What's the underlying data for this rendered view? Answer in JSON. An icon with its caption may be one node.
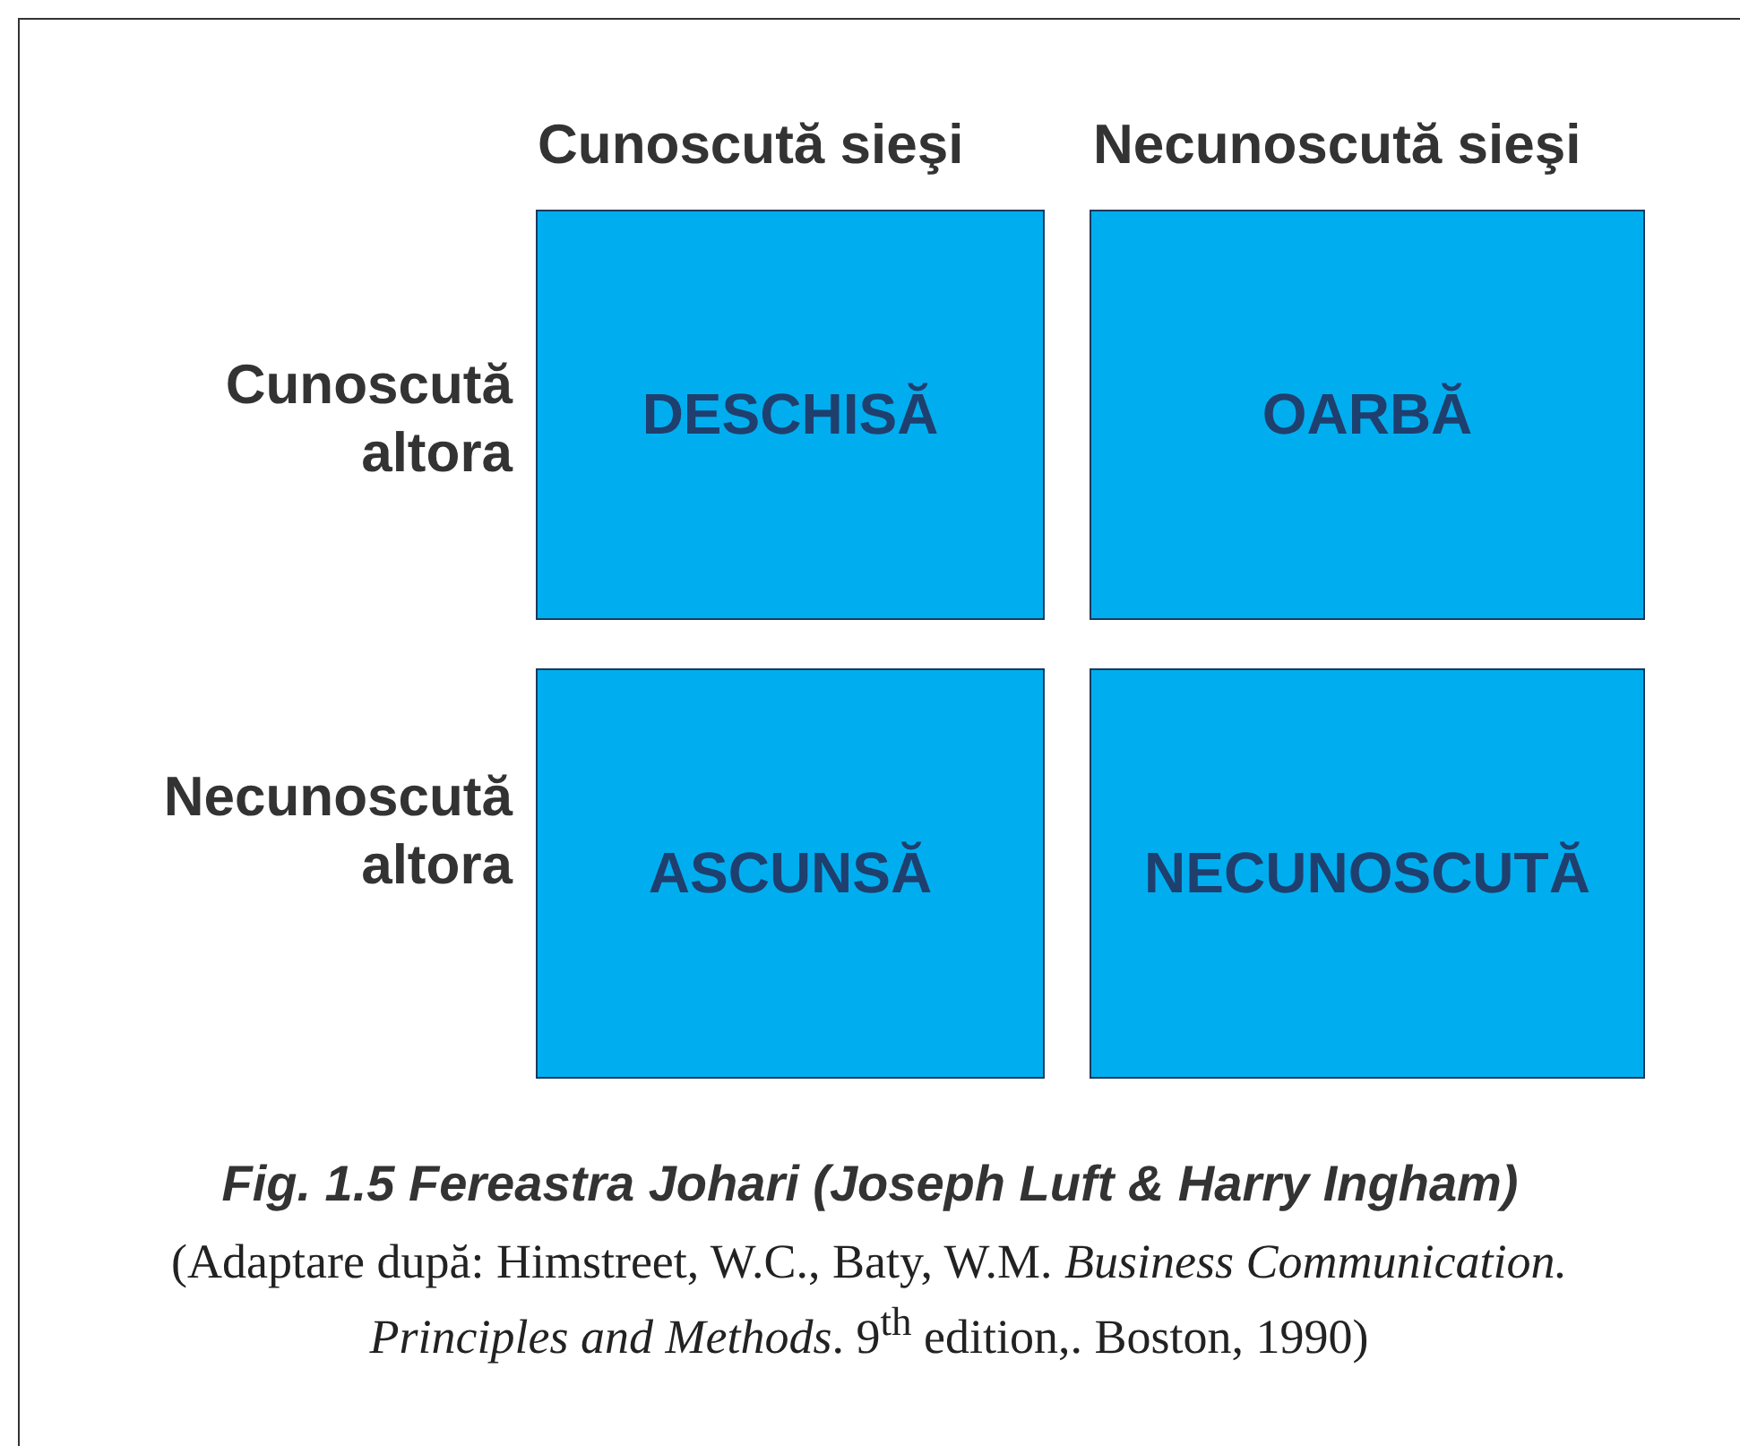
{
  "diagram": {
    "caption": "Fig. 1.5 Fereastra Johari (Joseph Luft & Harry Ingham)",
    "nodes": [
      {
        "text": [
          "DESCHISĂ"
        ]
      },
      {
        "text": [
          "OARBĂ"
        ]
      },
      {
        "text": [
          "ASCUNSĂ"
        ]
      },
      {
        "text": [
          "NECUNOSCUTĂ"
        ]
      }
    ],
    "labels": [
      "Cunoscută sieşi",
      "Necunoscută sieşi",
      "Cunoscută altora",
      "Necunoscută altora",
      "(Adaptare după: Himstreet, W.C., Baty, W.M. *Business Communication. Principles and Methods*. 9$^{th}$ edition,. Boston, 1990)"
    ]
  }
}
